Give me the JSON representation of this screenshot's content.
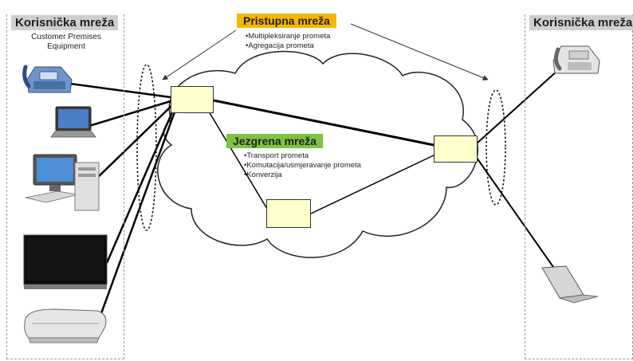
{
  "left_zone": {
    "title": "Korisnička mreža",
    "subtitle_line1": "Customer Premises",
    "subtitle_line2": "Equipment"
  },
  "right_zone": {
    "title": "Korisnička mreža"
  },
  "access_network": {
    "title": "Pristupna mreža",
    "color": "#f5b800",
    "items": [
      "Multipleksiranje prometa",
      "Agregacija prometa"
    ]
  },
  "core_network": {
    "title": "Jezgrena mreža",
    "color": "#7ec242",
    "items": [
      "Transport prometa",
      "Komutacija/usmjeravanje prometa",
      "Konverzija"
    ]
  },
  "node_color": "#ffffcc",
  "icons": {
    "left_devices": [
      "desk-phone-icon",
      "laptop-icon",
      "desktop-computer-icon",
      "television-icon",
      "game-console-icon"
    ],
    "right_devices": [
      "desk-phone-icon",
      "laptop-icon"
    ]
  }
}
